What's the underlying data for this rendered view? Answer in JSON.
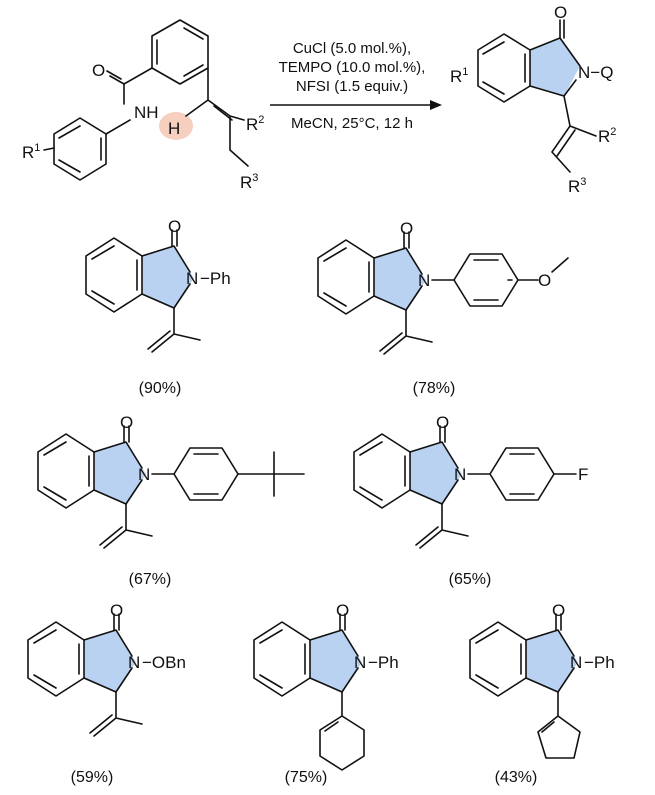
{
  "colors": {
    "ring_fill": "#b9d2f2",
    "highlight": "#f6cfbf",
    "ink": "#111111"
  },
  "general": {
    "reactant_labels": {
      "carbonyl_o": "O",
      "nh": "NH",
      "h": "H",
      "r1": "R",
      "r1_sup": "1",
      "r2": "R",
      "r2_sup": "2",
      "r3": "R",
      "r3_sup": "3"
    },
    "conditions": [
      "CuCl (5.0 mol.%),",
      "TEMPO (10.0 mol.%),",
      "NFSI (1.5 equiv.)",
      "MeCN, 25°C, 12 h"
    ],
    "product_labels": {
      "carbonyl_o": "O",
      "nq": "N−Q",
      "r1": "R",
      "r1_sup": "1",
      "r2": "R",
      "r2_sup": "2",
      "r3": "R",
      "r3_sup": "3"
    }
  },
  "examples": [
    {
      "o": "O",
      "n": "N",
      "subst": "−Ph",
      "yield": "(90%)"
    },
    {
      "o": "O",
      "n": "N",
      "subst": "O",
      "yield": "(78%)"
    },
    {
      "o": "O",
      "n": "N",
      "subst": "",
      "yield": "(67%)"
    },
    {
      "o": "O",
      "n": "N",
      "subst": "F",
      "yield": "(65%)"
    },
    {
      "o": "O",
      "n": "N",
      "subst": "−OBn",
      "yield": "(59%)"
    },
    {
      "o": "O",
      "n": "N",
      "subst": "−Ph",
      "yield": "(75%)"
    },
    {
      "o": "O",
      "n": "N",
      "subst": "−Ph",
      "yield": "(43%)"
    }
  ]
}
